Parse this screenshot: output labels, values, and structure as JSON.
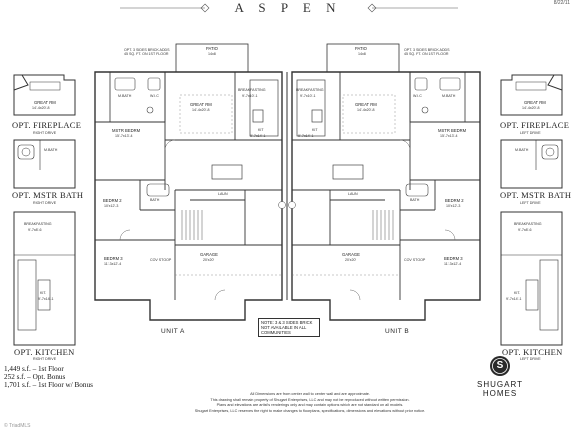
{
  "header": {
    "title": "A S P E N",
    "date": "8/22/11"
  },
  "left_column": {
    "fireplace": {
      "room": "GREAT RM",
      "dims": "14'-4x20'-8",
      "title": "OPT. FIREPLACE",
      "subtitle": "RIGHT DRIVE"
    },
    "master_bath": {
      "room": "M.BATH",
      "title": "OPT. MSTR BATH",
      "subtitle": "RIGHT DRIVE"
    },
    "kitchen": {
      "breakfast": "BREAKFASTING",
      "bf_dims": "9'-7x8'-6",
      "kit": "KIT.",
      "kit_dims": "9'-7x14'-1",
      "title": "OPT. KITCHEN",
      "subtitle": "RIGHT DRIVE"
    }
  },
  "right_column": {
    "fireplace": {
      "room": "GREAT RM",
      "dims": "14'-4x20'-8",
      "title": "OPT. FIREPLACE",
      "subtitle": "LEFT DRIVE"
    },
    "master_bath": {
      "room": "M.BATH",
      "title": "OPT. MSTR BATH",
      "subtitle": "LEFT DRIVE"
    },
    "kitchen": {
      "breakfast": "BREAKFASTING",
      "bf_dims": "9'-7x8'-6",
      "kit": "KIT.",
      "kit_dims": "9'-7x14'-1",
      "title": "OPT. KITCHEN",
      "subtitle": "LEFT DRIVE"
    }
  },
  "unit_a": {
    "label": "UNIT A",
    "patio": "PATIO",
    "patio_dims": "14x8",
    "great_rm": "GREAT RM",
    "great_dims": "14'-4x20'-8",
    "breakfasting": "BREAKFASTING",
    "bf_dims": "9'-7x10'-1",
    "kit": "KIT",
    "kit_dims": "9'-7x14'-1",
    "mstr": "MSTR BEDRM",
    "mstr_dims": "15'-7x13'-4",
    "bed2": "BEDRM 2",
    "bed2_dims": "10'x12'-3",
    "bed3": "BEDRM 3",
    "bed3_dims": "11'-3x12'-4",
    "garage": "GARAGE",
    "garage_dims": "20'x20'",
    "laun": "LAUN",
    "bath": "BATH",
    "mbath": "M.BATH",
    "wic": "W.I.C",
    "cov_stoop": "COV STOOP",
    "opt_brick": "OPT. 3 SIDES BRICK ADDS 45 SQ. FT. ON 1ST FLOOR"
  },
  "unit_b": {
    "label": "UNIT B",
    "patio": "PATIO",
    "patio_dims": "14x8",
    "great_rm": "GREAT RM",
    "great_dims": "14'-4x20'-8",
    "breakfasting": "BREAKFASTING",
    "bf_dims": "9'-7x10'-1",
    "kit": "KIT",
    "kit_dims": "9'-7x14'-1",
    "mstr": "MSTR BEDRM",
    "mstr_dims": "15'-7x13'-4",
    "bed2": "BEDRM 2",
    "bed2_dims": "10'x12'-3",
    "bed3": "BEDRM 3",
    "bed3_dims": "11'-3x12'-4",
    "garage": "GARAGE",
    "garage_dims": "20'x20'",
    "laun": "LAUN",
    "bath": "BATH",
    "mbath": "M.BATH",
    "wic": "W.I.C",
    "cov_stoop": "COV STOOP",
    "opt_brick": "OPT. 3 SIDES BRICK ADDS 45 SQ. FT. ON 1ST FLOOR"
  },
  "center_note": "NOTE: 3 & 3 SIDES BRICK NOT AVAILABLE IN ALL COMMUNITIES",
  "square_footage": [
    {
      "value": "1,449 s.f.",
      "sep": "–",
      "label": "1st Floor"
    },
    {
      "value": "252 s.f.",
      "sep": "–",
      "label": "Opt. Bonus"
    },
    {
      "value": "1,701 s.f.",
      "sep": "–",
      "label": "1st Floor w/ Bonus"
    }
  ],
  "disclaimer": [
    "All Dimensions are from center wall to center wall and are approximate.",
    "This drawing shall remain property of Shugart Enterprises, LLC and may not be reproduced without written permission.",
    "Plans and elevations are artist's renderings only and may contain options which are not standard on all models.",
    "Shugart Enterprises, LLC reserves the right to make changes to floorplans, specifications, dimensions and elevations without prior notice."
  ],
  "brand": {
    "line1": "SHUGART",
    "line2": "HOMES",
    "logo_letter": "S",
    "logo_color": "#2a2a2a"
  },
  "watermark": "© TriadMLS"
}
